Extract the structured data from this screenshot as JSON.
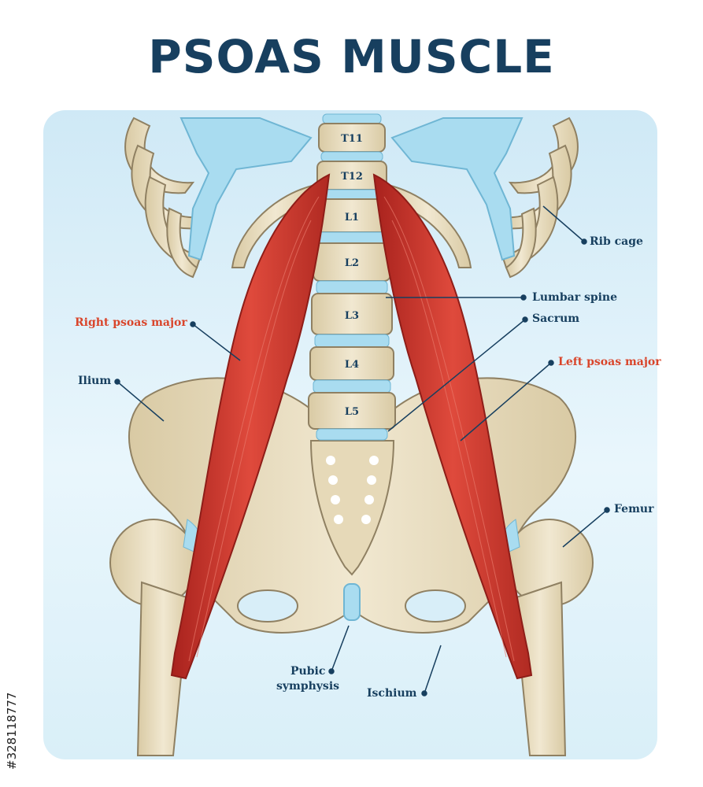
{
  "title": "PSOAS MUSCLE",
  "vertebrae": [
    "T11",
    "T12",
    "L1",
    "L2",
    "L3",
    "L4",
    "L5"
  ],
  "labels": {
    "rib_cage": "Rib cage",
    "lumbar_spine": "Lumbar spine",
    "sacrum": "Sacrum",
    "right_psoas": "Right psoas major",
    "left_psoas": "Left psoas major",
    "ilium": "Ilium",
    "femur": "Femur",
    "pubic_symphysis_1": "Pubic",
    "pubic_symphysis_2": "symphysis",
    "ischium": "Ischium"
  },
  "stock_id": "#328118777",
  "colors": {
    "title": "#173f5f",
    "label": "#173f5f",
    "muscle_label": "#d9452b",
    "bone": "#e8dcbf",
    "cartilage": "#a9dcf0",
    "muscle": "#c9332a"
  }
}
